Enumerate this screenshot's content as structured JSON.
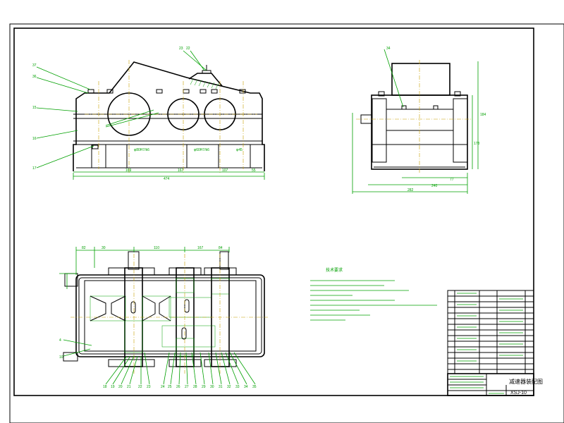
{
  "drawing": {
    "title": "减速器装配图",
    "code": "XSJ-10",
    "notes_heading": "技术要求"
  },
  "front_view": {
    "dims": [
      "169",
      "167",
      "107",
      "55",
      "474"
    ],
    "labels_left": [
      "37",
      "36",
      "15",
      "16",
      "17"
    ],
    "labels_top": [
      "23",
      "22"
    ],
    "spec_labels": [
      "φ80H7/k6",
      "φ60H7/k6",
      "φ45"
    ]
  },
  "side_view": {
    "labels_top": [
      "34"
    ],
    "dims_right": [
      "184",
      "178"
    ],
    "dims_bottom": [
      "77",
      "240",
      "282"
    ]
  },
  "plan_view": {
    "dims_top": [
      "82",
      "30",
      "110",
      "167",
      "84"
    ],
    "left_labels": [
      "4",
      "10"
    ],
    "bottom_labels": [
      "18",
      "19",
      "20",
      "21",
      "22",
      "23",
      "24",
      "25",
      "26",
      "27",
      "28",
      "29",
      "30",
      "31",
      "32",
      "33",
      "34",
      "35"
    ]
  },
  "colors": {
    "outline": "#000000",
    "annotation": "#00a000",
    "centerline": "#c8a000",
    "detail": "#e00000"
  }
}
